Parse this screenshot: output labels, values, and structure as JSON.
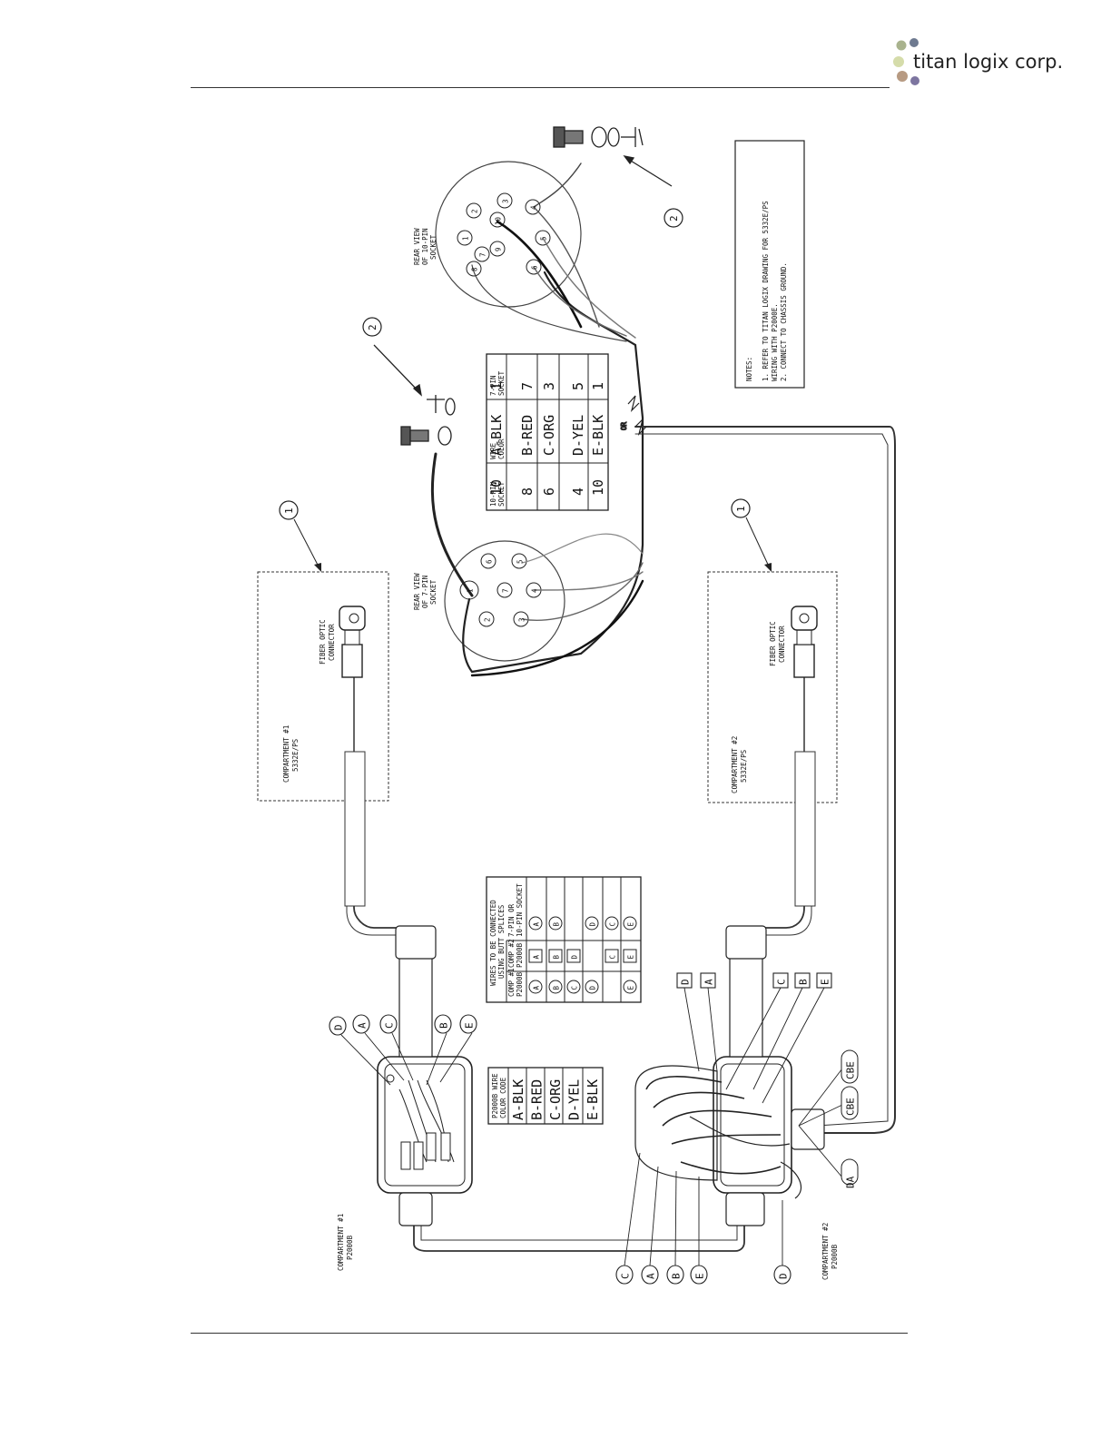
{
  "header": {
    "brand": "titan logix corp.",
    "logo_dot_colors": [
      "#a9b38e",
      "#6e7a90",
      "#d5dcaa",
      "#b79a82",
      "#7d75a0"
    ]
  },
  "notes": {
    "title": "NOTES:",
    "line1": "1. REFER TO TITAN LOGIX DRAWING FOR 5332E/PS",
    "line2": "WIRING WITH P2000E.",
    "line3": "2. CONNECT TO CHASSIS GROUND."
  },
  "labels": {
    "rear10": [
      "REAR VIEW",
      "OF 10-PIN",
      "SOCKET"
    ],
    "rear7": [
      "REAR VIEW",
      "OF 7-PIN",
      "SOCKET"
    ],
    "fiber": [
      "FIBER OPTIC",
      "CONNECTOR"
    ],
    "comp1_sensor": [
      "COMPARTMENT #1",
      "5332E/PS"
    ],
    "comp2_sensor": [
      "COMPARTMENT #2",
      "5332E/PS"
    ],
    "comp1_box": [
      "COMPARTMENT #1",
      "P2000B"
    ],
    "comp2_box": [
      "COMPARTMENT #2",
      "P2000B"
    ],
    "or": "OR",
    "callout1": "1",
    "callout2": "2"
  },
  "socket_table": {
    "headers": [
      "7-PIN SOCKET",
      "WIRE COLOR",
      "10-PIN SOCKET"
    ],
    "rows": [
      [
        "1",
        "A-BLK",
        "10"
      ],
      [
        "7",
        "B-RED",
        "8"
      ],
      [
        "3",
        "C-ORG",
        "6"
      ],
      [
        "5",
        "D-YEL",
        "4"
      ],
      [
        "1",
        "E-BLK",
        "10"
      ]
    ]
  },
  "butt_table": {
    "title": [
      "WIRES TO BE CONNECTED",
      "USING BUTT SPLICES"
    ],
    "headers": [
      "COMP #1 P2000B",
      "COMP #2 P2000B",
      "7-PIN OR 10-PIN SOCKET"
    ],
    "rows": [
      [
        "A",
        "A",
        "A"
      ],
      [
        "B",
        "B",
        "B"
      ],
      [
        "C",
        "D",
        ""
      ],
      [
        "D",
        "",
        "D"
      ],
      [
        "",
        "C",
        "C"
      ],
      [
        "E",
        "E",
        "E"
      ]
    ]
  },
  "color_table": {
    "header": [
      "P2000B WIRE",
      "COLOR CODE"
    ],
    "rows": [
      "A-BLK",
      "B-RED",
      "C-ORG",
      "D-YEL",
      "E-BLK"
    ]
  },
  "pins10": [
    "1",
    "2",
    "3",
    "4",
    "5",
    "6",
    "7",
    "8",
    "9",
    "10"
  ],
  "pins7": [
    "1",
    "2",
    "3",
    "4",
    "5",
    "6",
    "7"
  ],
  "box1_callouts": [
    "D",
    "A",
    "C",
    "B",
    "E"
  ],
  "box2_square_callouts": [
    "D",
    "A",
    "C",
    "B",
    "E"
  ],
  "box2_right_callouts": [
    "C B E",
    "C B E",
    "D A"
  ],
  "box2_bottom_callouts": [
    "C",
    "A",
    "B",
    "E",
    "D"
  ]
}
